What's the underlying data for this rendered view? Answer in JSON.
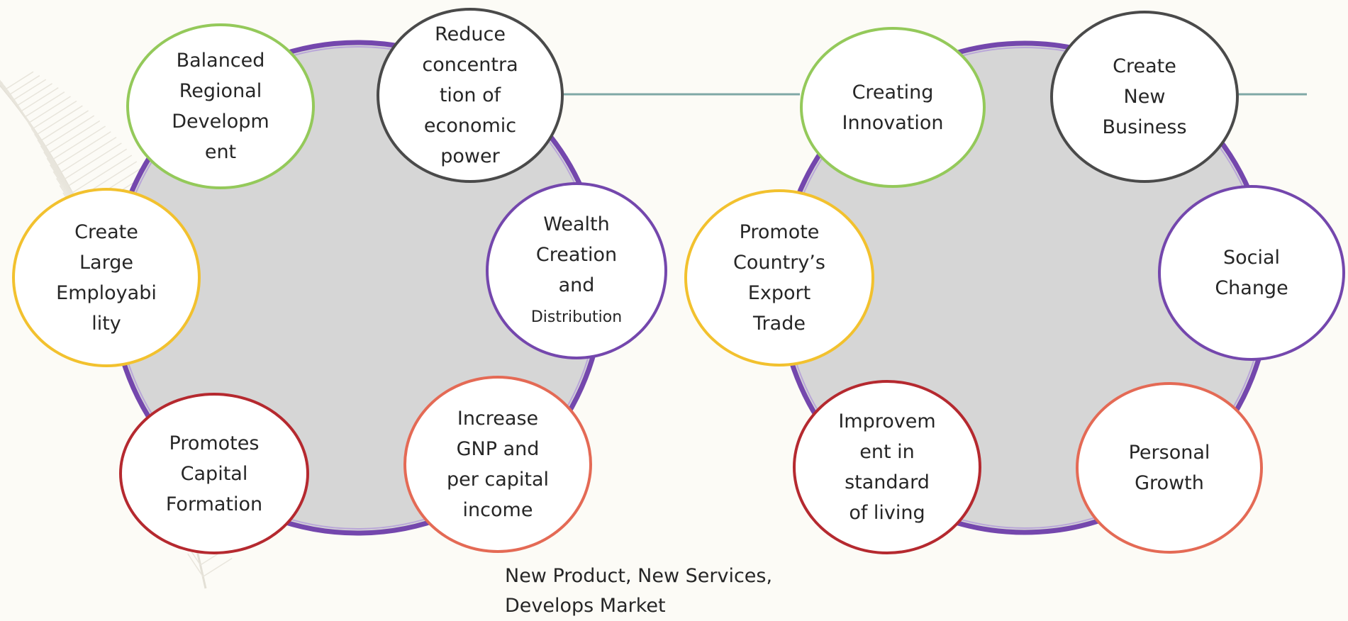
{
  "colors": {
    "green": "#94c95a",
    "dark": "#4a4a4a",
    "purple": "#7447ad",
    "yellow": "#f2c12e",
    "crimson": "#b5292f",
    "salmon": "#e46a55",
    "hub": "#d6d6d6",
    "connector": "#7fa8a6"
  },
  "left_cycle": {
    "nodes": [
      {
        "id": "balanced-regional-development",
        "label": "Balanced\nRegional\nDevelopm\nent",
        "color": "green"
      },
      {
        "id": "reduce-concentration",
        "label": "Reduce\nconcentra\ntion of\neconomic\npower",
        "color": "dark"
      },
      {
        "id": "wealth-creation",
        "label": "Wealth\nCreation\nand",
        "label_small": "Distribution",
        "color": "purple"
      },
      {
        "id": "increase-gnp",
        "label": "Increase\nGNP and\nper capital\nincome",
        "color": "salmon"
      },
      {
        "id": "promotes-capital-formation",
        "label": "Promotes\nCapital\nFormation",
        "color": "crimson"
      },
      {
        "id": "create-large-employability",
        "label": "Create\nLarge\nEmployabi\nlity",
        "color": "yellow"
      }
    ]
  },
  "right_cycle": {
    "nodes": [
      {
        "id": "creating-innovation",
        "label": "Creating\nInnovation",
        "color": "green"
      },
      {
        "id": "create-new-business",
        "label": "Create\nNew\nBusiness",
        "color": "dark"
      },
      {
        "id": "social-change",
        "label": "Social\nChange",
        "color": "purple"
      },
      {
        "id": "personal-growth",
        "label": "Personal\nGrowth",
        "color": "salmon"
      },
      {
        "id": "improvement-standard-of-living",
        "label": "Improvem\nent in\nstandard\nof living",
        "color": "crimson"
      },
      {
        "id": "promote-export-trade",
        "label": "Promote\nCountry’s\nExport\nTrade",
        "color": "yellow"
      }
    ]
  },
  "footer": {
    "line1": "New Product, New Services,",
    "line2": "Develops Market"
  }
}
